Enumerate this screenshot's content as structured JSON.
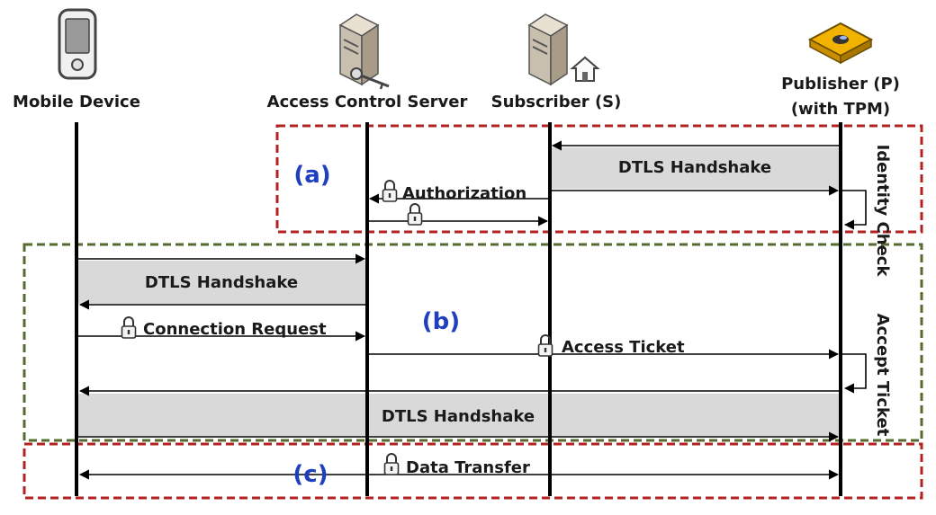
{
  "actors": {
    "mobile": "Mobile Device",
    "acs": "Access Control Server",
    "subscriber": "Subscriber (S)",
    "publisher_1": "Publisher (P)",
    "publisher_2": "(with TPM)"
  },
  "phases": {
    "a": "(a)",
    "b": "(b)",
    "c": "(c)"
  },
  "messages": {
    "dtls_sp": "DTLS Handshake",
    "authorization": "Authorization",
    "dtls_ma": "DTLS Handshake",
    "connection_request": "Connection Request",
    "access_ticket": "Access Ticket",
    "dtls_mp": "DTLS Handshake",
    "data_transfer": "Data Transfer"
  },
  "side_labels": {
    "identity_check": "Identity Check",
    "accept_ticket": "Accept Ticket"
  },
  "icons": {
    "mobile": "mobile-phone-icon",
    "acs": "server-key-icon",
    "subscriber": "server-home-icon",
    "publisher": "tpm-chip-icon",
    "lock": "padlock-icon"
  },
  "colors": {
    "phase_a_border": "#b22222",
    "phase_b_border": "#556b2f",
    "phase_c_border": "#b22222",
    "phase_label": "#1f3fbf",
    "handshake_band": "#d9d9d9",
    "tpm_chip": "#f2b300"
  }
}
